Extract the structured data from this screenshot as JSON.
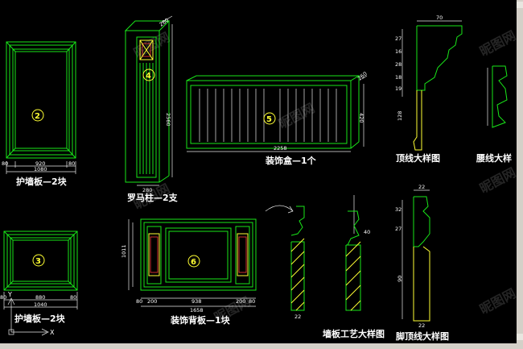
{
  "labels": {
    "wall_panel_top": "护墙板—2块",
    "roman_column": "罗马柱—2支",
    "deco_box": "装饰盒—1个",
    "crown_detail": "顶线大样图",
    "waist_detail": "腰线大样",
    "wall_panel_bottom": "护墙板—2块",
    "back_panel": "装饰背板—1块",
    "wall_process": "墙板工艺大样图",
    "base_crown": "脚顶线大样图"
  },
  "numbers": {
    "n2": "2",
    "n3": "3",
    "n4": "4",
    "n5": "5",
    "n6": "6"
  },
  "dims": {
    "p2_w": "920",
    "p2_l": "80",
    "p2_r": "80",
    "p2_total": "1080",
    "p3_w": "880",
    "p3_l": "80",
    "p3_r": "80",
    "p3_total": "1040",
    "col_w": "280",
    "col_h": "2560",
    "col_top": "260",
    "box_w": "2258",
    "box_h": "420",
    "box_d": "260",
    "crown_w": "70",
    "crown_a": "27",
    "crown_b": "16",
    "crown_c": "28",
    "crown_d": "18",
    "crown_e": "19",
    "crown_f": "128",
    "bp_a": "80",
    "bp_b": "200",
    "bp_c": "938",
    "bp_d": "200",
    "bp_e": "80",
    "bp_total": "1658",
    "bp_h": "1011",
    "base_a": "22",
    "base_b": "32",
    "base_c": "90",
    "base_d": "27",
    "base_e": "22",
    "wp_a": "40",
    "wp_b": "22"
  },
  "ucs": {
    "x": "X",
    "y": "Y"
  },
  "watermark": "昵图网"
}
